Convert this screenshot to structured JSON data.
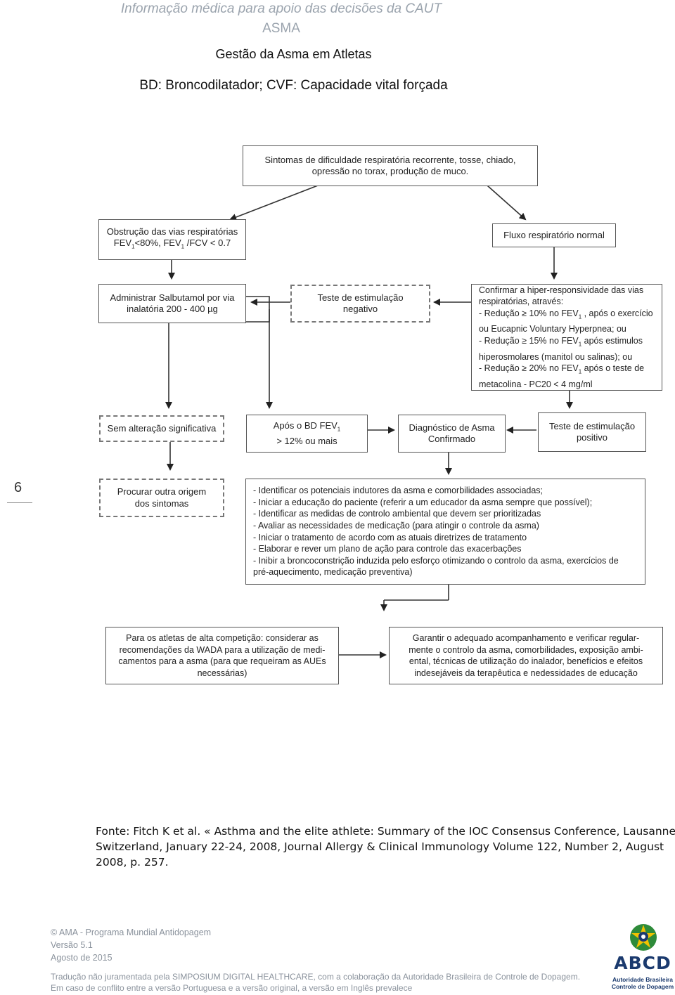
{
  "header": {
    "line1": "Informação médica para apoio das decisões da CAUT",
    "line2": "ASMA"
  },
  "title": "Gestão da Asma em Atletas",
  "subtitle": "BD: Broncodilatador; CVF: Capacidade vital forçada",
  "page_number": "6",
  "boxes": {
    "symptoms": {
      "l1": "Sintomas de dificuldade respiratória recorrente, tosse, chiado,",
      "l2": "opressão no torax, produção de muco."
    },
    "obstruction": {
      "l1": "Obstrução das vias respiratórias",
      "l2_a": "FEV",
      "l2_sub1": "1",
      "l2_b": "<80%, FEV",
      "l2_sub2": "1",
      "l2_c": " /FCV < 0.7"
    },
    "normal_flow": {
      "l1": "Fluxo respiratório normal"
    },
    "salbutamol": {
      "l1": "Administrar Salbutamol por via",
      "l2": "inalatória 200 - 400 µg"
    },
    "stim_negative": {
      "l1": "Teste de estimulação",
      "l2": "negativo"
    },
    "confirm": {
      "l1": "Confirmar a hiper-responsividade das vias",
      "l2": "respiratórias, através:",
      "l3_a": "- Redução ",
      "l3_sym": "≥",
      "l3_b": " 10% no FEV",
      "l3_sub": "1",
      "l3_c": " , após o exercício",
      "l4": "ou Eucapnic Voluntary Hyperpnea; ou",
      "l5_a": "- Redução ",
      "l5_sym": "≥",
      "l5_b": " 15% no FEV",
      "l5_sub": "1",
      "l5_c": "  após estimulos",
      "l6": "hiperosmolares (manitol ou salinas); ou",
      "l7_a": "- Redução ",
      "l7_sym": "≥",
      "l7_b": " 20% no FEV",
      "l7_sub": "1",
      "l7_c": "  após o teste de",
      "l8": "metacolina - PC20   < 4 mg/ml"
    },
    "no_change": {
      "l1": "Sem alteração significativa"
    },
    "after_bd": {
      "l1_a": "Após o BD FEV",
      "l1_sub": "1",
      "l2": "> 12% ou mais"
    },
    "diagnosis": {
      "l1": "Diagnóstico de Asma",
      "l2": "Confirmado"
    },
    "stim_positive": {
      "l1": "Teste de estimulação",
      "l2": "positivo"
    },
    "other_origin": {
      "l1": "Procurar outra origem",
      "l2": "dos sintomas"
    },
    "actions": {
      "items": [
        "- Identificar os potenciais indutores da asma e comorbilidades associadas;",
        "- Iniciar a educação do paciente (referir  a um educador da asma sempre que possível);",
        "- Identificar as medidas de controlo ambiental que devem ser prioritizadas",
        "- Avaliar as necessidades de medicação (para atingir o controle da asma)",
        "- Iniciar o tratamento de acordo com as atuais diretrizes de tratamento",
        "- Elaborar e rever um plano de ação para controle das exacerbações",
        "- Inibir a broncoconstrição induzida pelo esforço otimizando o controlo da asma, exercícios de",
        "pré-aquecimento, medicação preventiva)"
      ]
    },
    "athletes": {
      "l1": "Para os atletas de alta competição: considerar as",
      "l2": "recomendações da WADA para a utilização de medi-",
      "l3": "camentos para a asma (para que requeiram as AUEs",
      "l4": "necessárias)"
    },
    "follow_up": {
      "l1": "Garantir o adequado acompanhamento e verificar regular-",
      "l2": "mente o controlo da asma, comorbilidades, exposição ambi-",
      "l3": "ental, técnicas de utilização do inalador, benefícios e efeitos",
      "l4": "indesejáveis da terapêutica e nedessidades de educação"
    }
  },
  "source": {
    "l1": "Fonte: Fitch K et al. « Asthma and the elite athlete: Summary of the IOC Consensus Conference, Lausanne",
    "l2": "Switzerland, January 22-24, 2008, Journal Allergy & Clinical Immunology Volume 122, Number 2, August",
    "l3": "2008, p. 257."
  },
  "footer": {
    "copyright": "© AMA - Programa Mundial Antidopagem",
    "version": "Versão 5.1",
    "date": "Agosto de 2015",
    "translation": "Tradução não juramentada pela SIMPOSIUM DIGITAL HEALTHCARE, com a colaboração da Autoridade Brasileira de Controle de Dopagem.",
    "conflict": "Em caso de conflito entre a versão Portuguesa e a versão original, a versão em Inglês prevalece"
  },
  "logo": {
    "name": "ABCD",
    "sub1": "Autoridade Brasileira",
    "sub2": "Controle de Dopagem"
  },
  "colors": {
    "header_text": "#9aa3ad",
    "box_border": "#555555",
    "logo_blue": "#1b3a6e",
    "emblem_green": "#2e8b3a",
    "emblem_yellow": "#f2c200"
  }
}
